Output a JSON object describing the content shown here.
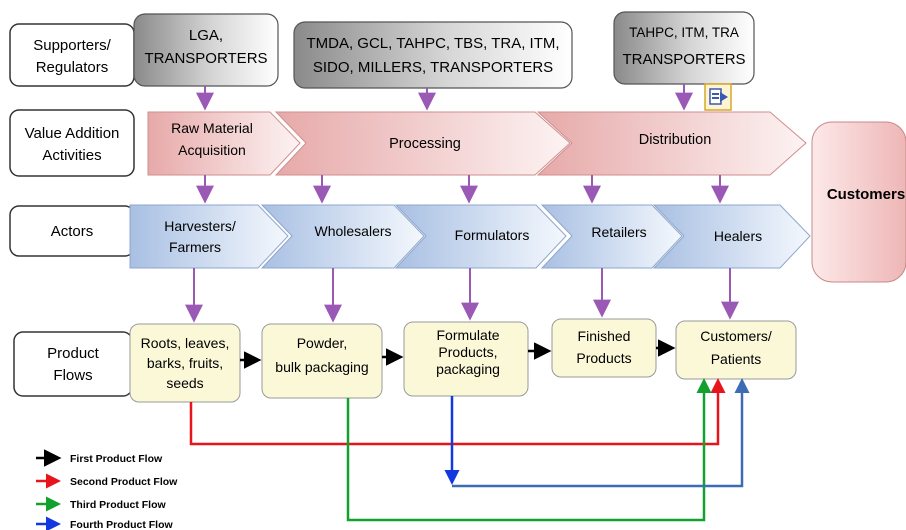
{
  "row_labels": {
    "supporters": [
      "Supporters/",
      "Regulators"
    ],
    "value_addition": [
      "Value Addition",
      "Activities"
    ],
    "actors": "Actors",
    "product_flows": [
      "Product",
      "Flows"
    ]
  },
  "supporters": [
    [
      "LGA,",
      "TRANSPORTERS"
    ],
    [
      "TMDA, GCL, TAHPC,  TBS, TRA, ITM,",
      "SIDO, MILLERS, TRANSPORTERS"
    ],
    [
      "TAHPC, ITM, TRA",
      "TRANSPORTERS"
    ]
  ],
  "activities": [
    [
      "Raw Material",
      "Acquisition"
    ],
    "Processing",
    "Distribution"
  ],
  "customers_label": "Customers",
  "actors": [
    [
      "Harvesters/",
      "Farmers"
    ],
    "Wholesalers",
    "Formulators",
    "Retailers",
    "Healers"
  ],
  "products": [
    [
      "Roots, leaves,",
      "barks, fruits,",
      "seeds"
    ],
    [
      "Powder,",
      "bulk packaging"
    ],
    [
      "Formulate",
      "Products,",
      "packaging"
    ],
    [
      "Finished",
      "Products"
    ],
    [
      "Customers/",
      "Patients"
    ]
  ],
  "legend": [
    {
      "label": "First Product Flow",
      "color": "#000000"
    },
    {
      "label": "Second Product Flow",
      "color": "#e8141c"
    },
    {
      "label": "Third Product Flow",
      "color": "#12a12e"
    },
    {
      "label": "Fourth Product Flow",
      "color": "#1338e0"
    }
  ],
  "colors": {
    "purple": "#9b59b6",
    "red_flow": "#e8141c",
    "green_flow": "#12a12e",
    "blue_flow": "#1338e0",
    "steel_flow": "#3c6cb4",
    "activity_fill": "#f2c8c8",
    "actor_fill": "#c9d7ec",
    "product_fill": "#fbf8d8"
  }
}
